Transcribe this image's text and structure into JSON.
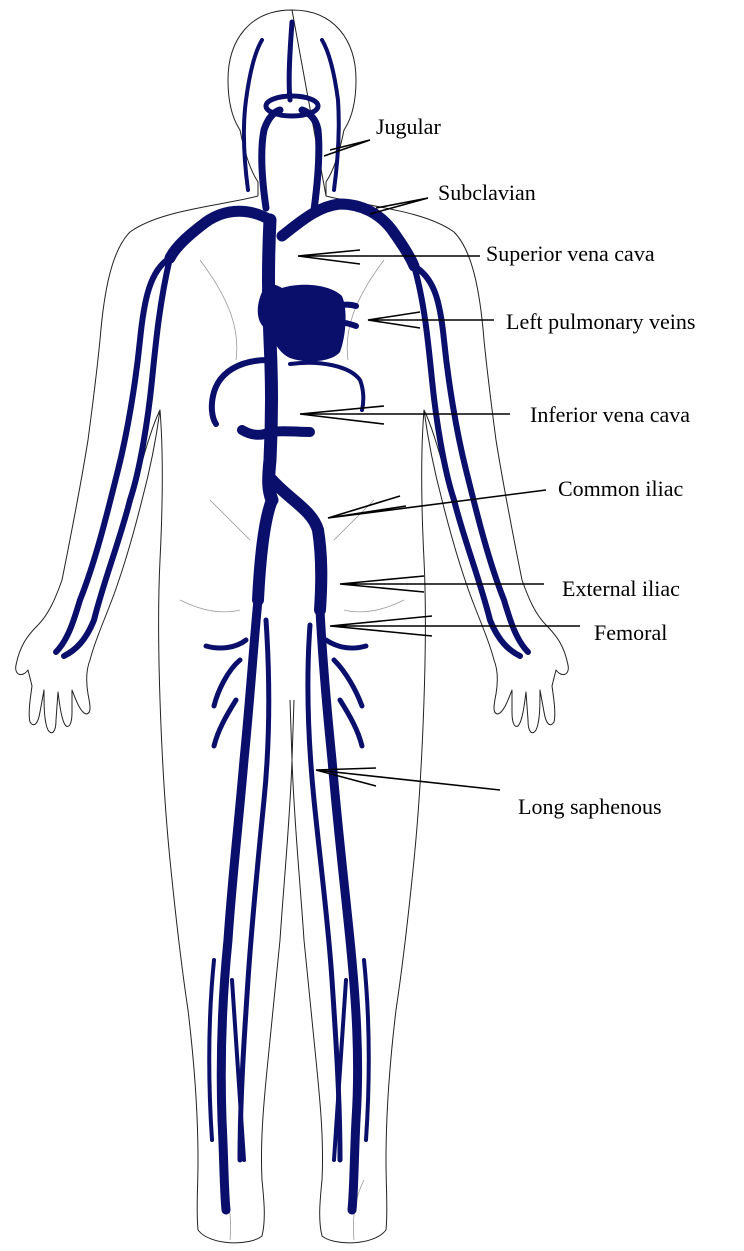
{
  "colors": {
    "vein": "#0a0f6b",
    "outline": "#222222",
    "leader": "#000000",
    "background": "#ffffff"
  },
  "labels": {
    "jugular": "Jugular",
    "subclavian": "Subclavian",
    "superior_vena_cava": "Superior vena cava",
    "left_pulmonary_veins": "Left pulmonary veins",
    "inferior_vena_cava": "Inferior vena cava",
    "common_iliac": "Common iliac",
    "external_iliac": "External iliac",
    "femoral": "Femoral",
    "long_saphenous": "Long saphenous"
  }
}
